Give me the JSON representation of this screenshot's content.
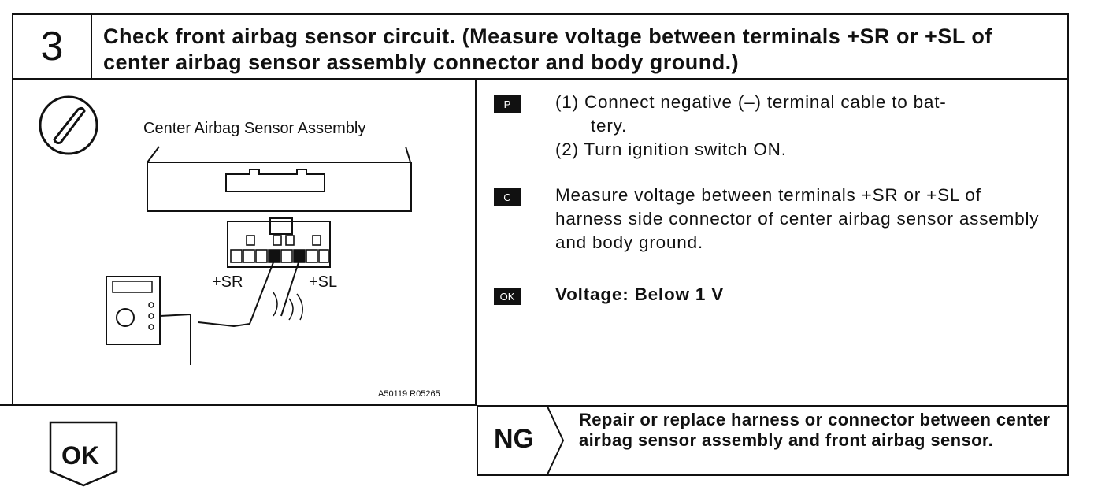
{
  "header": {
    "step_number": "3",
    "title": "Check front airbag sensor circuit. (Measure voltage between terminals +SR or +SL of center airbag sensor assembly connector and body ground.)"
  },
  "illustration": {
    "icon": "ohmmeter-tool-icon",
    "label": "Center Airbag Sensor Assembly",
    "terminal_sr": "+SR",
    "terminal_sl": "+SL",
    "code": "A50119 R05265"
  },
  "instructions": {
    "prepare_badge": "P",
    "prepare_steps": [
      "(1) Connect negative (–) terminal cable to bat-",
      "tery.",
      "(2) Turn ignition switch ON."
    ],
    "check_badge": "C",
    "check_text": "Measure voltage between terminals +SR or +SL of harness side connector of center airbag sensor assembly and body ground.",
    "ok_badge": "OK",
    "ok_text": "Voltage:   Below 1 V"
  },
  "results": {
    "ng_label": "NG",
    "ng_text": "Repair or replace harness or connector between center airbag sensor assembly and front airbag sensor.",
    "ok_label": "OK"
  }
}
